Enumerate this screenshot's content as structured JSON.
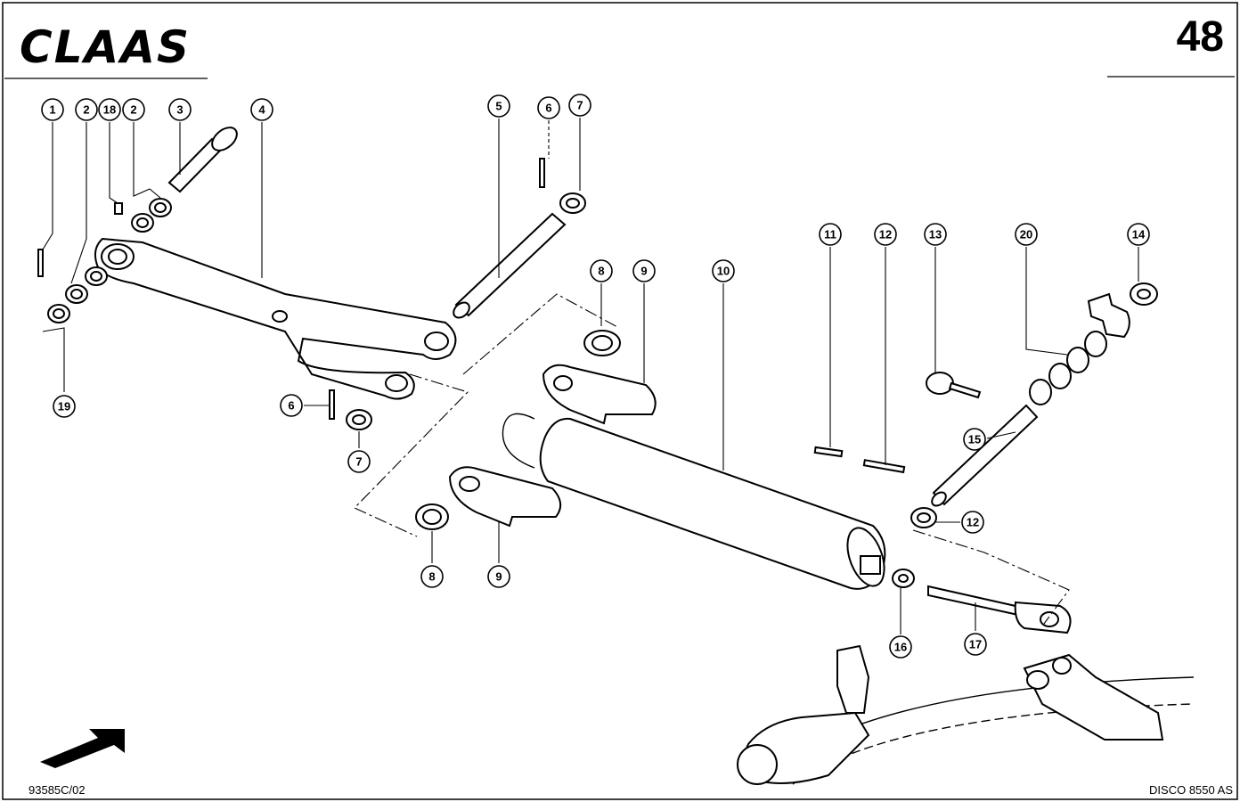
{
  "header": {
    "logo": "CLAAS",
    "page_number": "48"
  },
  "footer": {
    "drawing_number": "93585C/02",
    "model": "DISCO 8550 AS"
  },
  "callouts": [
    {
      "id": "c1",
      "label": "1"
    },
    {
      "id": "c2a",
      "label": "2"
    },
    {
      "id": "c18",
      "label": "18"
    },
    {
      "id": "c2b",
      "label": "2"
    },
    {
      "id": "c3",
      "label": "3"
    },
    {
      "id": "c4",
      "label": "4"
    },
    {
      "id": "c5",
      "label": "5"
    },
    {
      "id": "c6a",
      "label": "6"
    },
    {
      "id": "c7a",
      "label": "7"
    },
    {
      "id": "c8a",
      "label": "8"
    },
    {
      "id": "c9a",
      "label": "9"
    },
    {
      "id": "c10",
      "label": "10"
    },
    {
      "id": "c11",
      "label": "11"
    },
    {
      "id": "c12a",
      "label": "12"
    },
    {
      "id": "c13",
      "label": "13"
    },
    {
      "id": "c20",
      "label": "20"
    },
    {
      "id": "c14",
      "label": "14"
    },
    {
      "id": "c19",
      "label": "19"
    },
    {
      "id": "c6b",
      "label": "6"
    },
    {
      "id": "c7b",
      "label": "7"
    },
    {
      "id": "c15",
      "label": "15"
    },
    {
      "id": "c12b",
      "label": "12"
    },
    {
      "id": "c8b",
      "label": "8"
    },
    {
      "id": "c9b",
      "label": "9"
    },
    {
      "id": "c16",
      "label": "16"
    },
    {
      "id": "c17",
      "label": "17"
    }
  ]
}
